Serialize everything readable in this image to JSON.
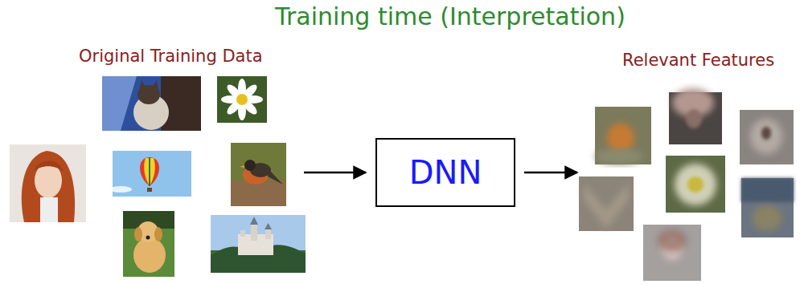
{
  "diagram": {
    "title": "Training time (Interpretation)",
    "nodes": [
      {
        "text": [
          "DNN"
        ]
      }
    ],
    "labels": [
      "Original Training Data",
      "Relevant Features"
    ]
  }
}
